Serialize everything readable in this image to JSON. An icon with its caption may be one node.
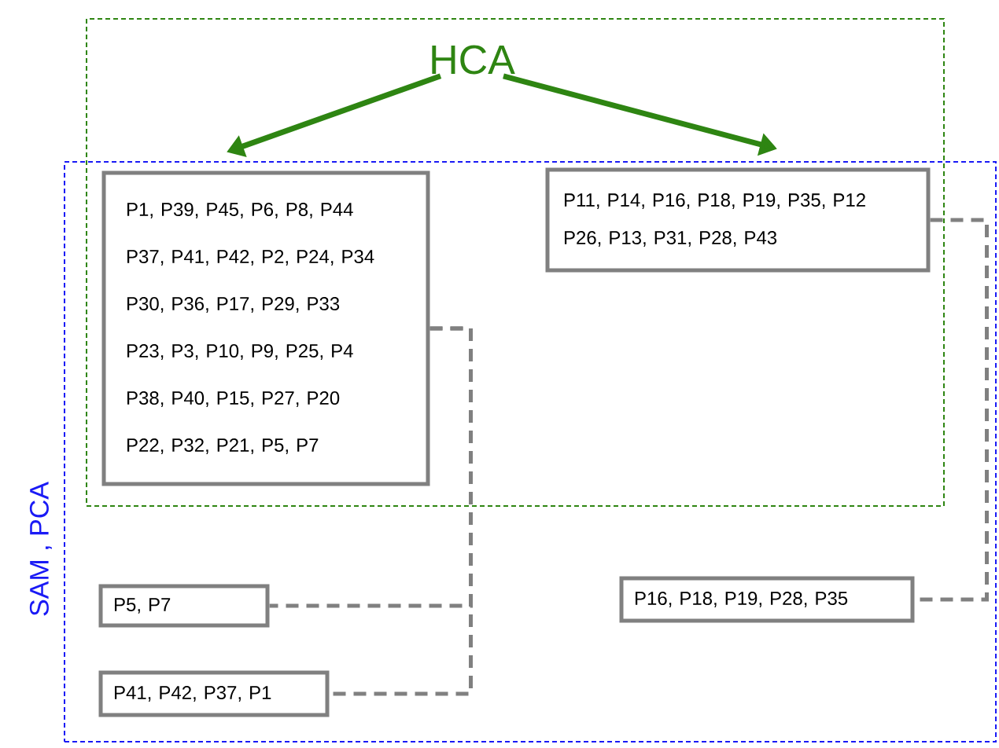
{
  "diagram": {
    "nodes": [
      {
        "text": [],
        "shape": "box"
      },
      {
        "text": [
          "HCA"
        ],
        "in": 0
      },
      {
        "text": [
          "SAM , PCA"
        ]
      },
      {
        "text": [
          "P1, P39, P45, P6, P8, P44",
          "P37, P41, P42, P2, P24, P34",
          "P30, P36, P17, P29, P33",
          "P23, P3, P10, P9, P25, P4",
          "P38, P40, P15, P27, P20",
          "P22, P32, P21, P5, P7"
        ]
      },
      {
        "text": [
          "P11, P14, P16, P18, P19, P35, P12",
          "P26, P13, P31, P28, P43"
        ]
      },
      {
        "text": [
          "P5, P7"
        ],
        "in": 2
      },
      {
        "text": [
          "P41, P42, P37, P1"
        ],
        "in": 2
      },
      {
        "text": [
          "P16, P18, P19, P28, P35"
        ],
        "in": 2
      }
    ],
    "edges": [
      {
        "from": 1,
        "to": 3,
        "arrow": "to",
        "color": "#2e8512"
      },
      {
        "from": 1,
        "to": 4,
        "arrow": "to",
        "color": "#2e8512"
      },
      {
        "from": 3,
        "to": 5,
        "arrow": "none",
        "style": "dashed",
        "color": "#808080"
      },
      {
        "from": 3,
        "to": 6,
        "arrow": "none",
        "style": "dashed",
        "color": "#808080"
      },
      {
        "from": 4,
        "to": 7,
        "arrow": "none",
        "style": "dashed",
        "color": "#808080"
      }
    ]
  }
}
